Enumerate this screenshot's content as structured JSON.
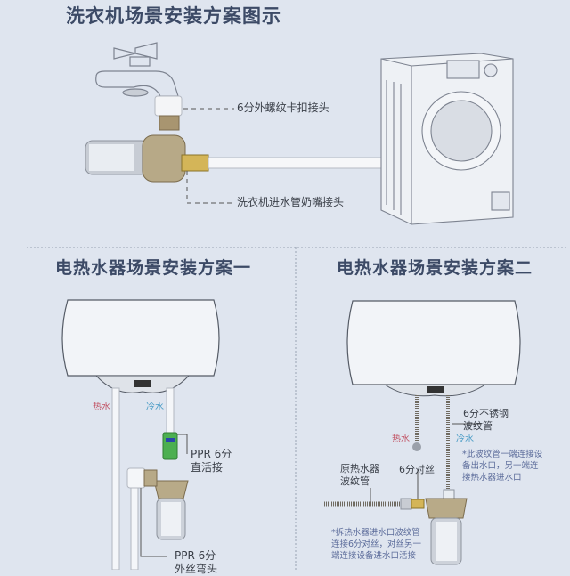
{
  "sections": {
    "washer": {
      "title": "洗衣机场景安装方案图示",
      "label_top": "6分外螺纹卡扣接头",
      "label_bottom": "洗衣机进水管奶嘴接头"
    },
    "heater_one": {
      "title": "电热水器场景安装方案一",
      "hot": "热水",
      "cold": "冷水",
      "label_upper": [
        "PPR 6分",
        "直活接"
      ],
      "label_lower": [
        "PPR 6分",
        "外丝弯头"
      ]
    },
    "heater_two": {
      "title": "电热水器场景安装方案二",
      "hot": "热水",
      "cold": "冷水",
      "label_hose": [
        "6分不锈钢",
        "波纹管"
      ],
      "note_hose": [
        "*此波纹管一端连接设",
        "备出水口，另一端连",
        "接热水器进水口"
      ],
      "label_original": [
        "原热水器",
        "波纹管"
      ],
      "label_nipple": "6分对丝",
      "note_bottom": [
        "*拆热水器进水口波纹管",
        "连接6分对丝，对丝另一",
        "端连接设备进水口活接"
      ]
    }
  },
  "colors": {
    "background": "#dfe5ef",
    "title": "#3c4a66",
    "ppr_green": "#4caf50",
    "brass": "#c9a445"
  }
}
